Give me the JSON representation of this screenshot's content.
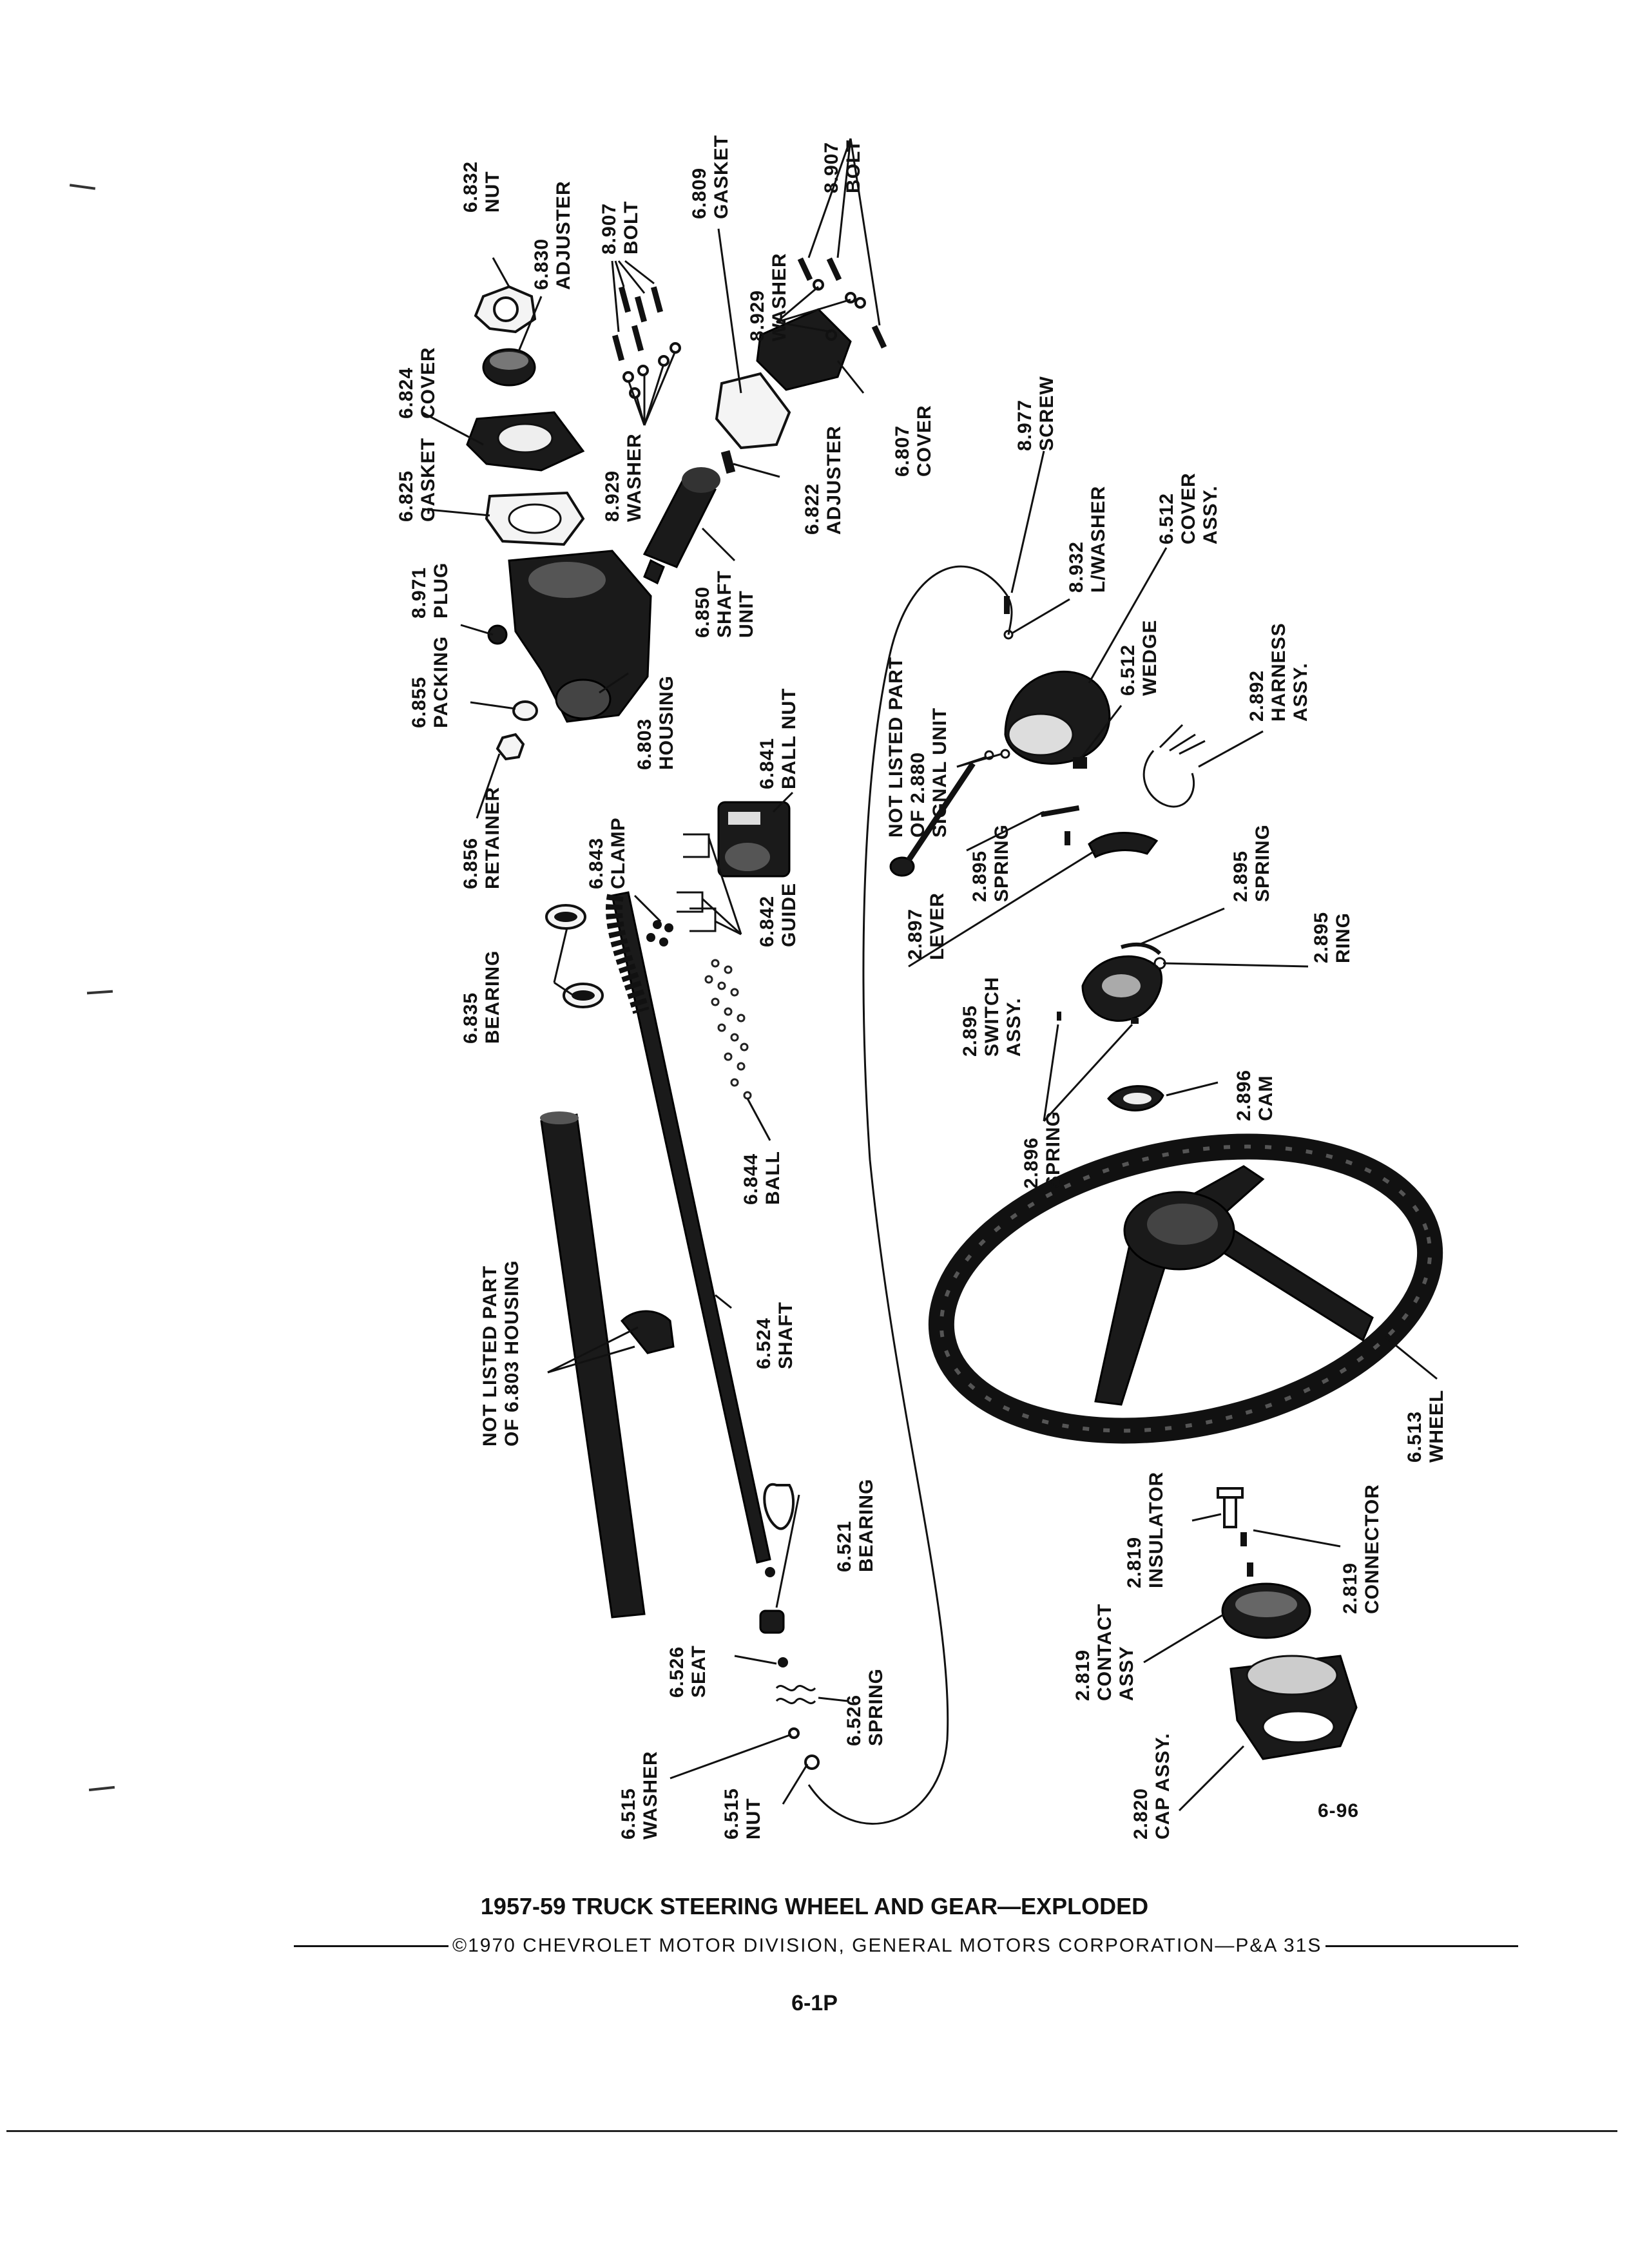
{
  "labels": {
    "nut_6832": [
      "6.832",
      "NUT"
    ],
    "adjuster_6830": [
      "6.830",
      "ADJUSTER"
    ],
    "bolt_8907_a": [
      "8.907",
      "BOLT"
    ],
    "gasket_6809": [
      "6.809",
      "GASKET"
    ],
    "bolt_8907_b": [
      "8.907",
      "BOLT"
    ],
    "washer_8929_a": [
      "8.929",
      "WASHER"
    ],
    "cover_6824": [
      "6.824",
      "COVER"
    ],
    "gasket_6825": [
      "6.825",
      "GASKET"
    ],
    "washer_8929_b": [
      "8.929",
      "WASHER"
    ],
    "adjuster_6822": [
      "6.822",
      "ADJUSTER"
    ],
    "cover_6807": [
      "6.807",
      "COVER"
    ],
    "screw_8977": [
      "8.977",
      "SCREW"
    ],
    "plug_8971": [
      "8.971",
      "PLUG"
    ],
    "shaft_6850": [
      "6.850",
      "SHAFT",
      "UNIT"
    ],
    "lwasher_8932": [
      "8.932",
      "L/WASHER"
    ],
    "cover_6512": [
      "6.512",
      "COVER",
      "ASSY."
    ],
    "packing_6855": [
      "6.855",
      "PACKING"
    ],
    "housing_6803": [
      "6.803",
      "HOUSING"
    ],
    "ballnut_6841": [
      "6.841",
      "BALL NUT"
    ],
    "signal_unit": [
      "NOT LISTED PART",
      "OF 2.880",
      "SIGNAL UNIT"
    ],
    "wedge_6512": [
      "6.512",
      "WEDGE"
    ],
    "harness_2892": [
      "2.892",
      "HARNESS",
      "ASSY."
    ],
    "retainer_6856": [
      "6.856",
      "RETAINER"
    ],
    "clamp_6843": [
      "6.843",
      "CLAMP"
    ],
    "guide_6842": [
      "6.842",
      "GUIDE"
    ],
    "lever_2897": [
      "2.897",
      "LEVER"
    ],
    "spring_2895_a": [
      "2.895",
      "SPRING"
    ],
    "spring_2895_b": [
      "2.895",
      "SPRING"
    ],
    "ring_2895": [
      "2.895",
      "RING"
    ],
    "bearing_6835": [
      "6.835",
      "BEARING"
    ],
    "switch_2895": [
      "2.895",
      "SWITCH",
      "ASSY."
    ],
    "ball_6844": [
      "6.844",
      "BALL"
    ],
    "cam_2896": [
      "2.896",
      "CAM"
    ],
    "spring_2896": [
      "2.896",
      "SPRING"
    ],
    "housing_note": [
      "NOT LISTED PART",
      "OF 6.803 HOUSING"
    ],
    "shaft_6524": [
      "6.524",
      "SHAFT"
    ],
    "wheel_6513": [
      "6.513",
      "WHEEL"
    ],
    "bearing_6521": [
      "6.521",
      "BEARING"
    ],
    "insulator_2819": [
      "2.819",
      "INSULATOR"
    ],
    "connector_2819": [
      "2.819",
      "CONNECTOR"
    ],
    "seat_6526": [
      "6.526",
      "SEAT"
    ],
    "spring_6526": [
      "6.526",
      "SPRING"
    ],
    "contact_2819": [
      "2.819",
      "CONTACT",
      "ASSY"
    ],
    "washer_6515": [
      "6.515",
      "WASHER"
    ],
    "nut_6515": [
      "6.515",
      "NUT"
    ],
    "cap_2820": [
      "2.820",
      "CAP ASSY."
    ]
  },
  "figure_code": "6-96",
  "title": "1957-59 TRUCK STEERING WHEEL AND GEAR—EXPLODED",
  "copyright": "©1970 CHEVROLET MOTOR DIVISION, GENERAL MOTORS CORPORATION—P&A 31S",
  "page_number": "6-1P"
}
